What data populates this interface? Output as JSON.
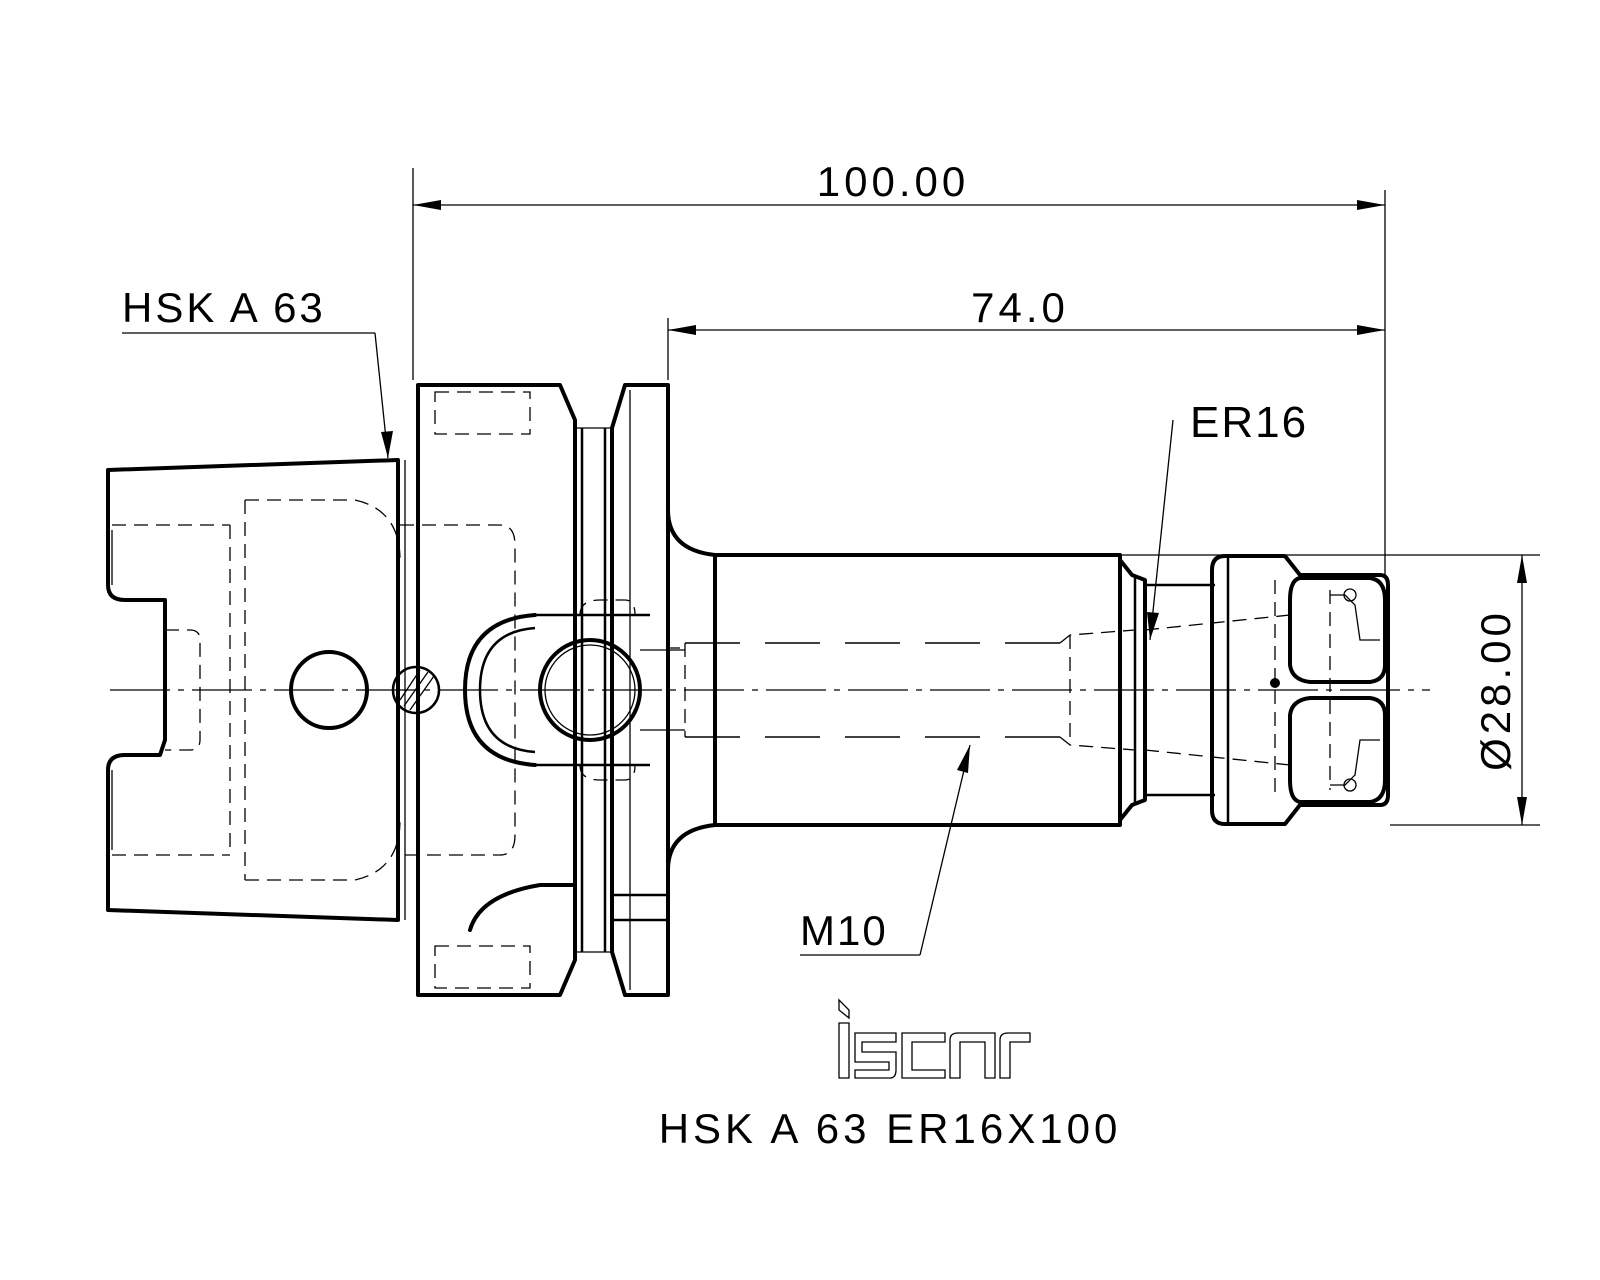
{
  "dimensions": {
    "overall_length": "100.00",
    "projection_length": "74.0",
    "diameter": "Ø28.00"
  },
  "callouts": {
    "shank": "HSK A 63",
    "collet": "ER16",
    "thread": "M10"
  },
  "logo": {
    "brand": "iscar"
  },
  "caption": "HSK A 63 ER16X100"
}
